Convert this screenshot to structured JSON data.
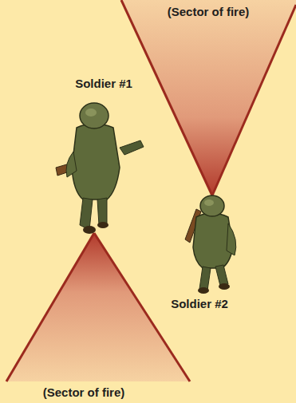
{
  "diagram": {
    "labels": [
      "(Sector of fire)",
      "Soldier #1",
      "Soldier #2",
      "(Sector of fire)"
    ]
  }
}
